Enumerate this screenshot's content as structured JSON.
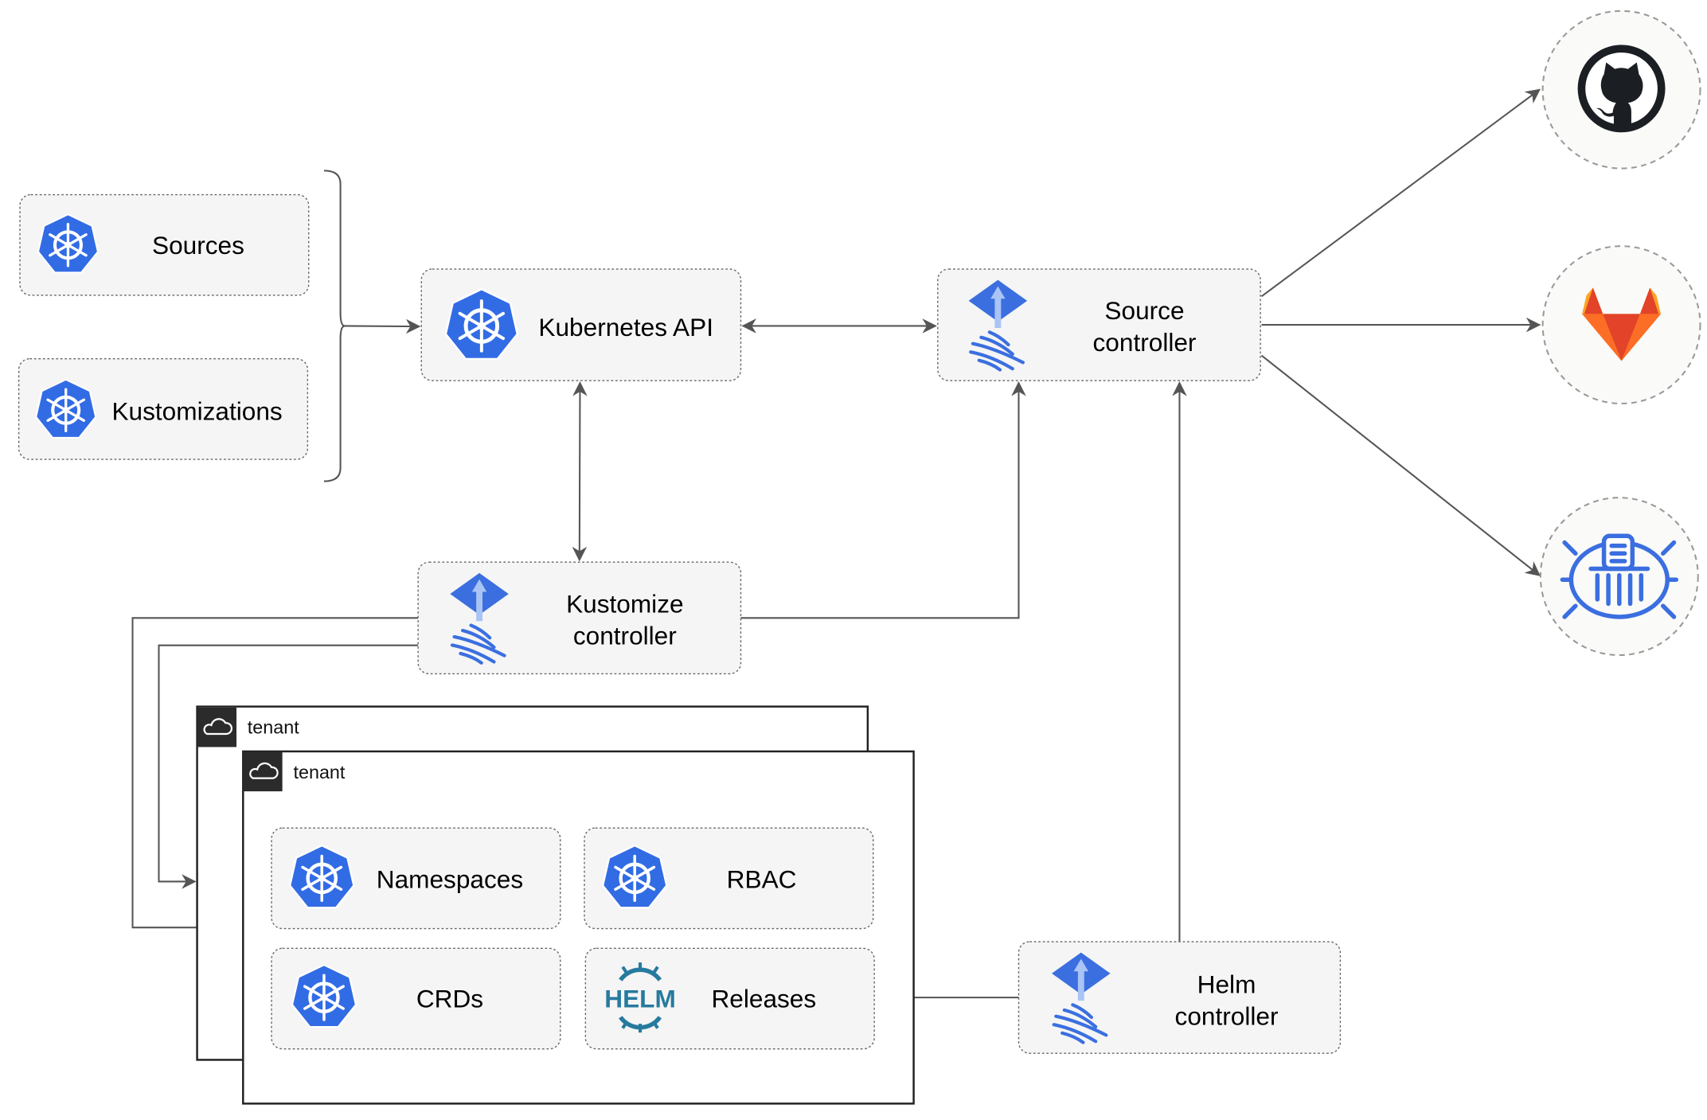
{
  "colors": {
    "kubernetes_blue": "#326ce5",
    "flux_blue": "#3b6fe0",
    "edge": "#555555",
    "box_fill": "#f5f5f5",
    "gitlab_orange": "#e24329",
    "helm_blue": "#277a9f",
    "github_dark": "#1b1f23"
  },
  "inputs": [
    {
      "label": "Sources",
      "icon": "kubernetes-icon"
    },
    {
      "label": "Kustomizations",
      "icon": "kubernetes-icon"
    }
  ],
  "kubernetes_api": {
    "label": "Kubernetes API",
    "icon": "kubernetes-icon"
  },
  "source_controller": {
    "line1": "Source",
    "line2": "controller",
    "icon": "flux-icon"
  },
  "kustomize_controller": {
    "line1": "Kustomize",
    "line2": "controller",
    "icon": "flux-icon"
  },
  "helm_controller": {
    "line1": "Helm",
    "line2": "controller",
    "icon": "flux-icon"
  },
  "external_sources": [
    {
      "icon": "github-icon"
    },
    {
      "icon": "gitlab-icon"
    },
    {
      "icon": "bucket-icon"
    }
  ],
  "tenants": [
    {
      "label": "tenant",
      "icon": "cloud-icon"
    },
    {
      "label": "tenant",
      "icon": "cloud-icon"
    }
  ],
  "tenant_resources": [
    {
      "label": "Namespaces",
      "icon": "kubernetes-icon"
    },
    {
      "label": "RBAC",
      "icon": "kubernetes-icon"
    },
    {
      "label": "CRDs",
      "icon": "kubernetes-icon"
    },
    {
      "label": "Releases",
      "icon": "helm-icon",
      "icon_text": "HELM"
    }
  ]
}
